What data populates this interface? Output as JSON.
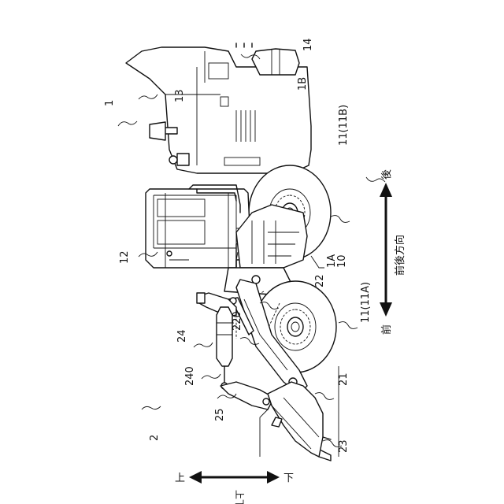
{
  "labels": {
    "machine": "1",
    "vehicle_body": "10",
    "front_body": "1A",
    "rear_body": "1B",
    "wheels": "11",
    "front_wheel": "11(11A)",
    "rear_wheel": "11(11B)",
    "cab": "12",
    "engine_room": "13",
    "counterweight": "14",
    "work_device": "2",
    "bucket_arm": "21",
    "arm_cylinder": "22",
    "arm_pin": "220",
    "bucket": "23",
    "bucket_cylinder": "24",
    "bucket_cylinder_pin": "240",
    "link": "25"
  },
  "arrows": {
    "front_back_title": "前後方向",
    "front": "前",
    "back": "後",
    "up_down_title": "上下方向",
    "up": "上",
    "down": "下"
  }
}
